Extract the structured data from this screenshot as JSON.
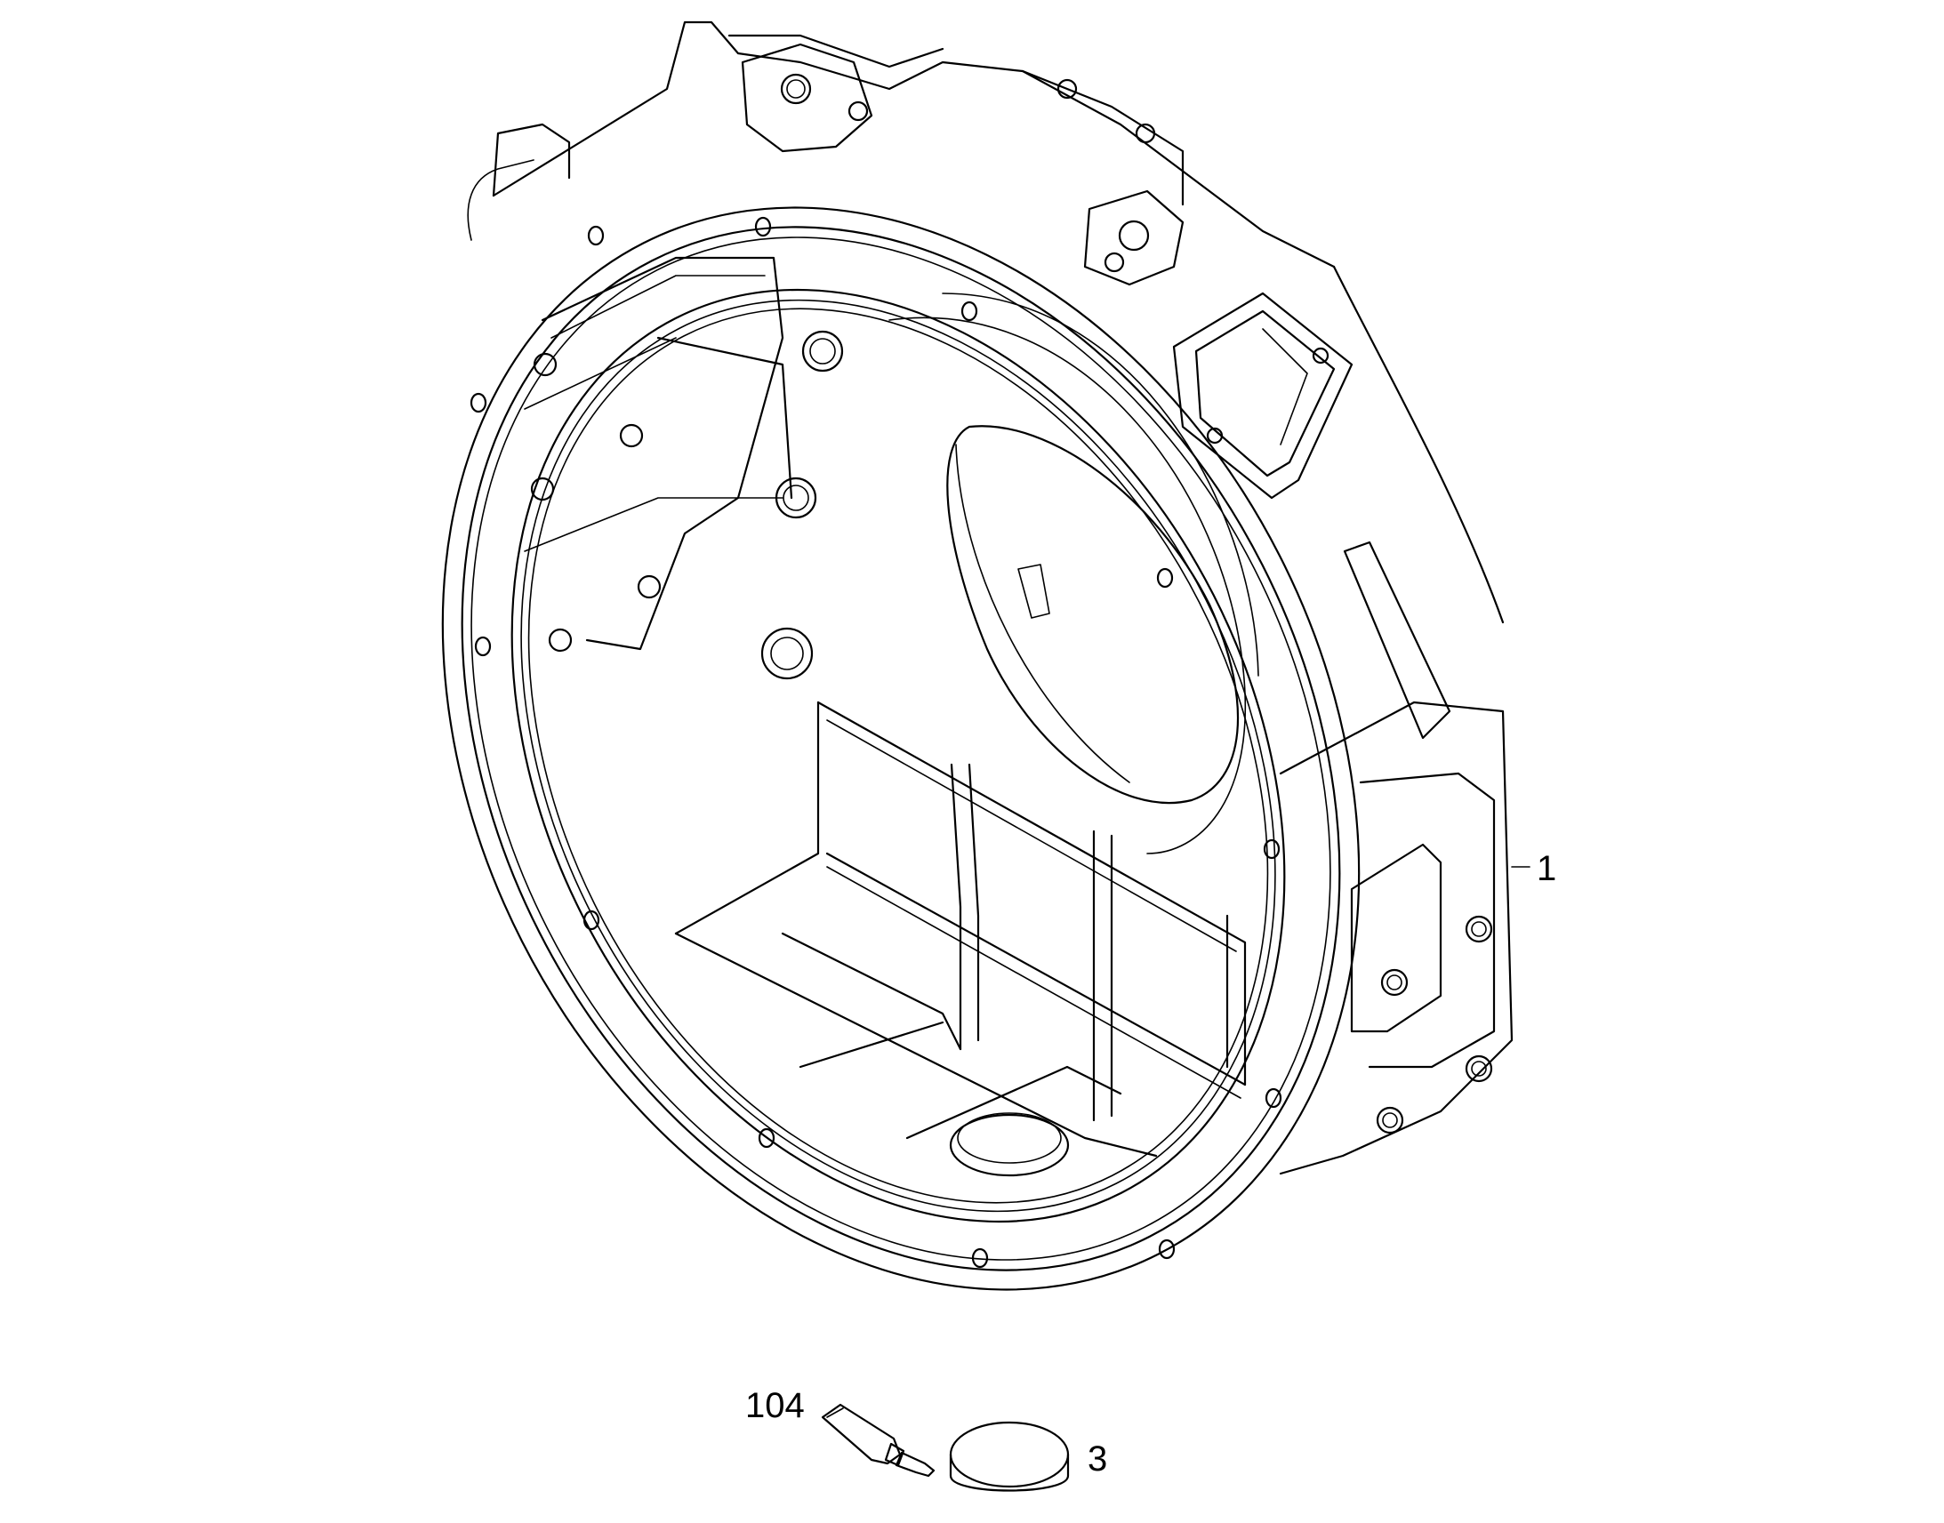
{
  "callouts": {
    "housing": "1",
    "plug": "3",
    "sealant": "104"
  }
}
